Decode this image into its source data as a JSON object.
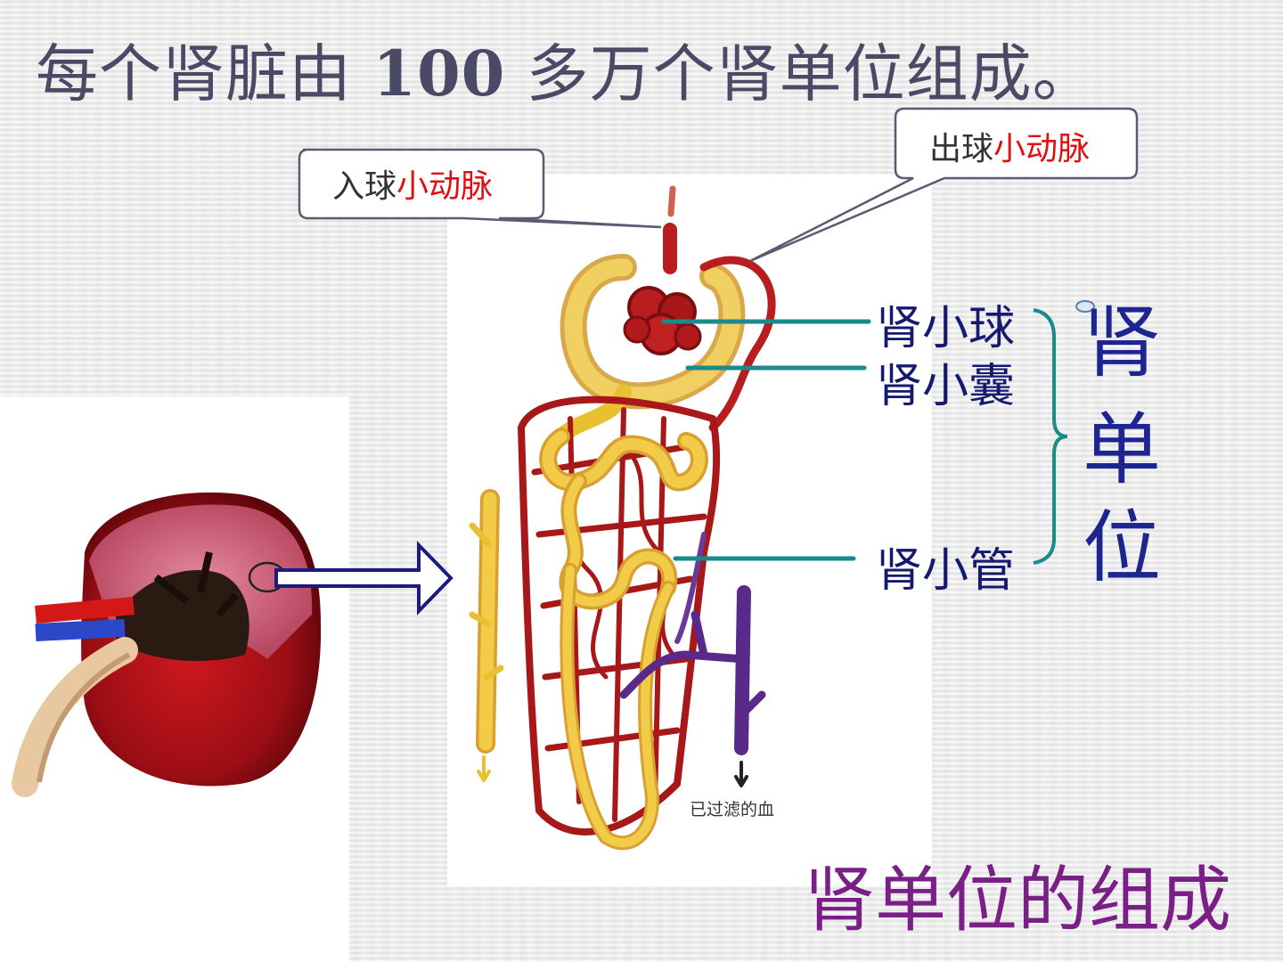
{
  "title": {
    "prefix": "每个肾脏由 ",
    "number": "100",
    "suffix": " 多万个肾单位组成。"
  },
  "callouts": {
    "afferent": {
      "prefix": "入球",
      "highlight": "小动脉"
    },
    "efferent": {
      "prefix": "出球",
      "highlight": "小动脉"
    }
  },
  "labels": {
    "glomerulus": "肾小球",
    "capsule": "肾小囊",
    "tubule": "肾小管",
    "nephron": [
      "肾",
      "单",
      "位"
    ],
    "filtered_blood": "已过滤的血"
  },
  "caption": "肾单位的组成",
  "colors": {
    "title": "#4a4a66",
    "highlight": "#e01010",
    "label": "#141a70",
    "pointer": "#1a8a8a",
    "caption": "#7a1f86",
    "artery": "#b81e1e",
    "vein": "#5a2a8a",
    "tubule": "#e8c030"
  },
  "icons": [
    "kidney-illustration",
    "nephron-illustration",
    "hollow-right-arrow",
    "curly-brace"
  ]
}
